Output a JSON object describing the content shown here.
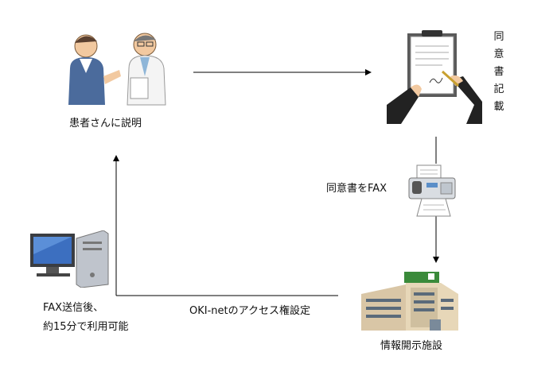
{
  "nodes": {
    "explain": {
      "label": "患者さんに説明"
    },
    "consent": {
      "label_chars": [
        "同",
        "意",
        "書",
        "記",
        "載"
      ]
    },
    "fax": {
      "label": "同意書をFAX"
    },
    "facility": {
      "label": "情報開示施設"
    },
    "access": {
      "label": "OKI-netのアクセス権設定"
    },
    "computer": {
      "line1": "FAX送信後、",
      "line2": "約15分で利用可能"
    }
  },
  "colors": {
    "line": "#000000"
  }
}
